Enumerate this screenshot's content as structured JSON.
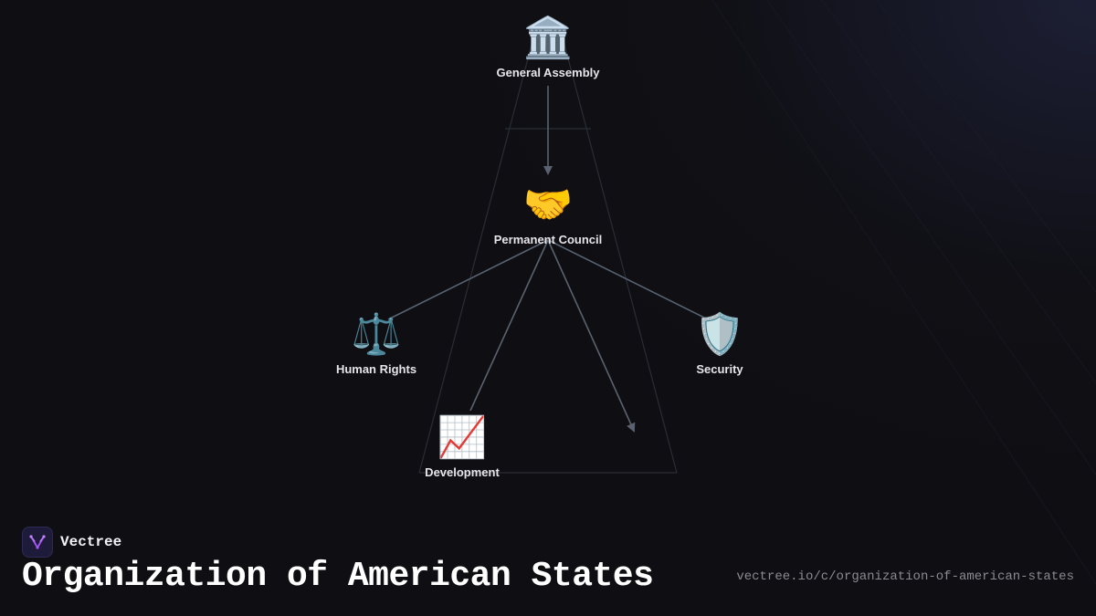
{
  "brand": {
    "name": "Vectree",
    "accent": "#a855f7"
  },
  "page": {
    "title": "Organization of American States",
    "url": "vectree.io/c/organization-of-american-states"
  },
  "colors": {
    "background": "#0f0f13",
    "edge": "#5a6270",
    "node_label": "#e6e6ea"
  },
  "nodes": {
    "general_assembly": {
      "label": "General Assembly",
      "icon": "classical-building-icon",
      "emoji": "🏛️"
    },
    "permanent_council": {
      "label": "Permanent Council",
      "icon": "handshake-icon",
      "emoji": "🤝"
    },
    "human_rights": {
      "label": "Human Rights",
      "icon": "balance-scale-icon",
      "emoji": "⚖️"
    },
    "security": {
      "label": "Security",
      "icon": "shield-icon",
      "emoji": "🛡️"
    },
    "development": {
      "label": "Development",
      "icon": "chart-increasing-icon",
      "emoji": "📈"
    }
  }
}
